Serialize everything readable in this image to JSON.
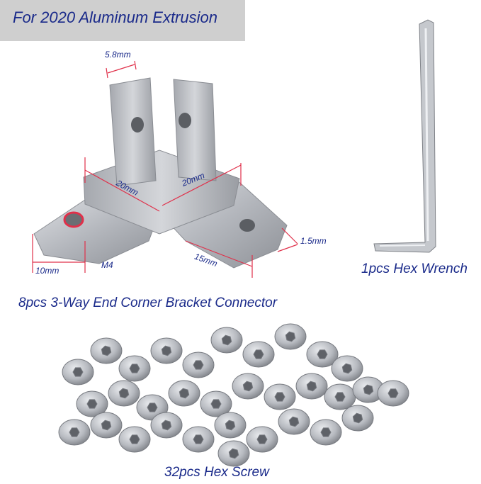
{
  "banner": {
    "text": "For 2020 Aluminum Extrusion"
  },
  "bracket": {
    "caption": "8pcs 3-Way End Corner Bracket Connector",
    "dimensions": {
      "slot_width": "5.8mm",
      "width_left": "20mm",
      "width_right": "20mm",
      "thickness": "1.5mm",
      "arm_length": "15mm",
      "end_length": "10mm",
      "thread": "M4"
    }
  },
  "wrench": {
    "caption": "1pcs Hex Wrench"
  },
  "screws": {
    "caption": "32pcs Hex Screw"
  },
  "colors": {
    "label": "#1a2a8a",
    "banner_bg": "#cfcfcf",
    "dimension_line": "#e0304a",
    "metal": "#b9bcc1"
  }
}
